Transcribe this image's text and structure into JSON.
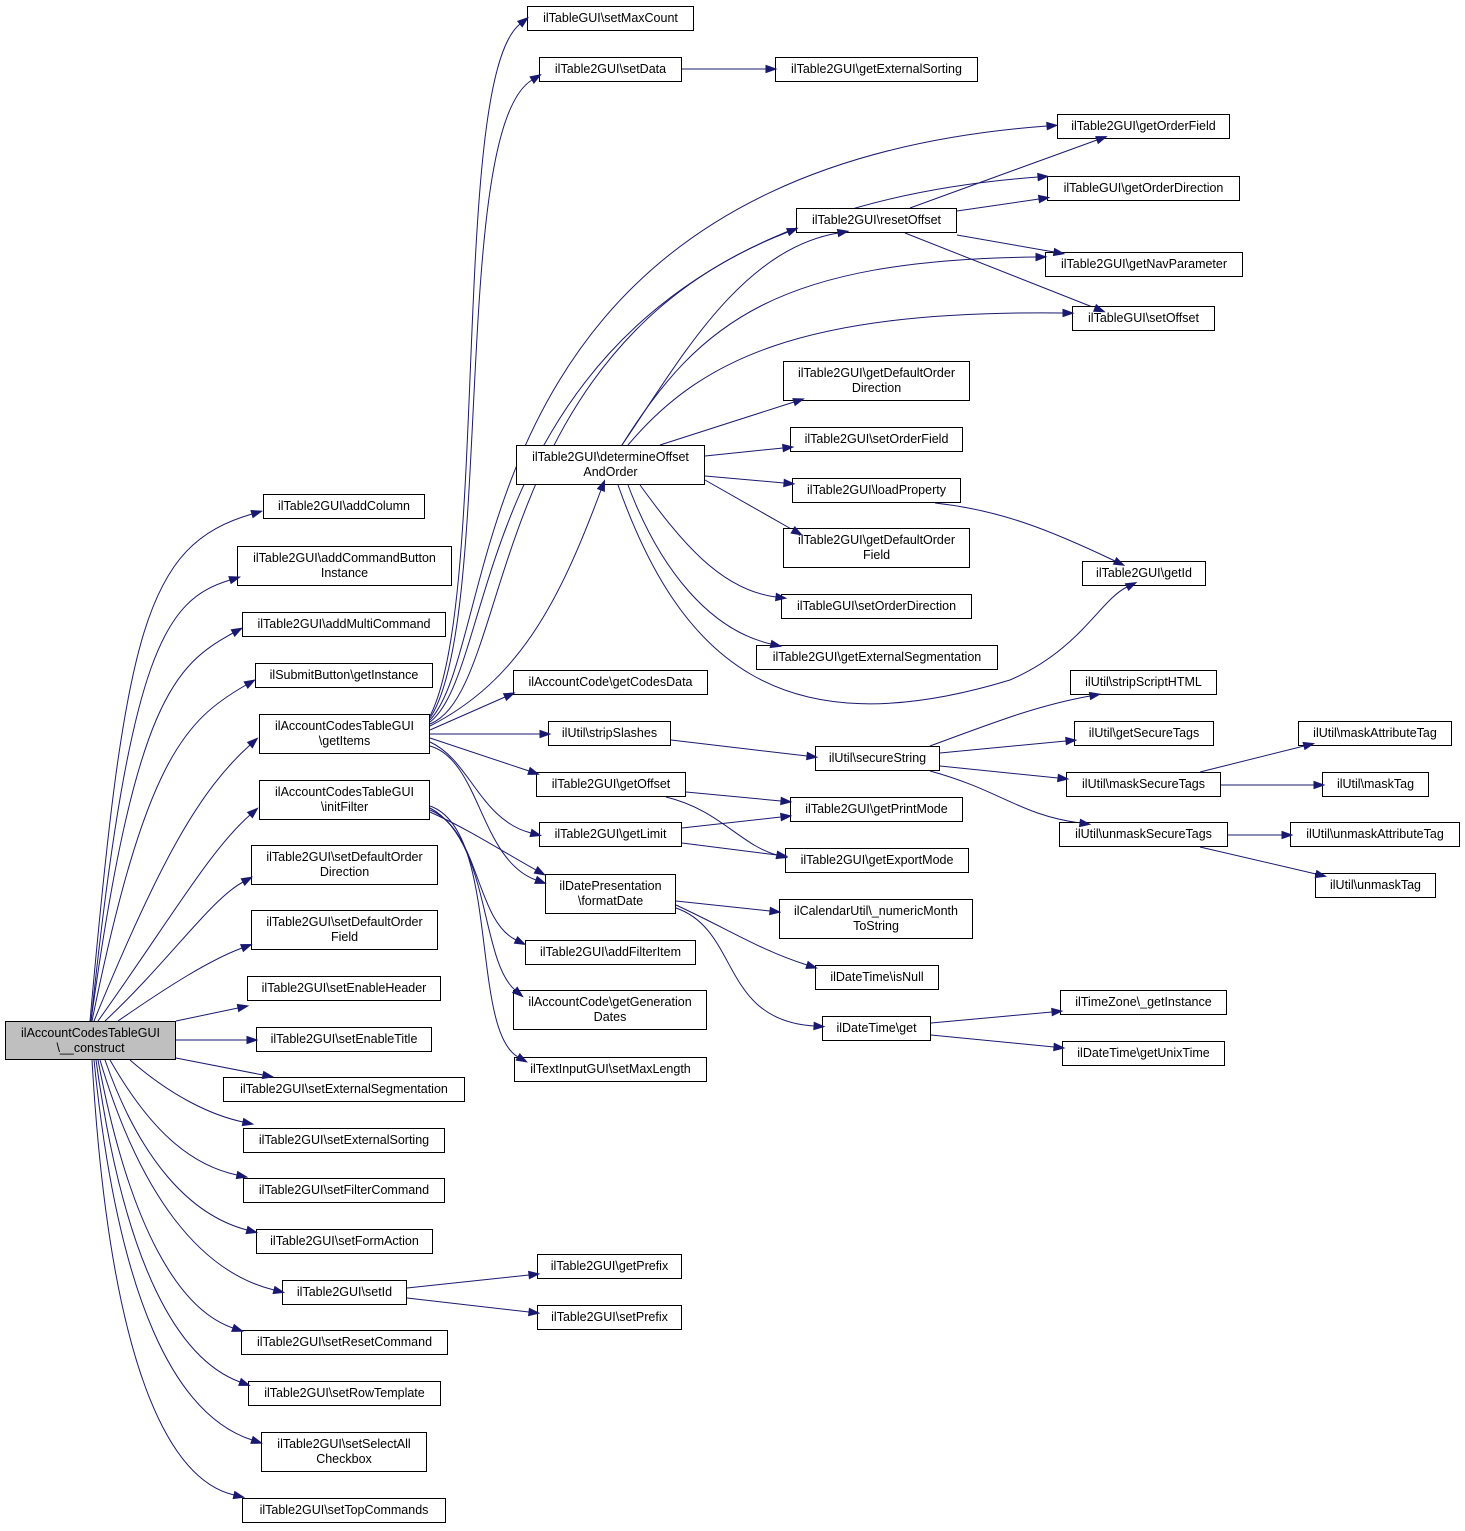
{
  "graph": {
    "edge_color": "#191970",
    "root_fill": "#bfbfbf",
    "nodes": [
      {
        "id": "root",
        "lines": [
          "ilAccountCodesTableGUI",
          "\\__construct"
        ],
        "root": true
      },
      {
        "id": "addColumn",
        "lines": [
          "ilTable2GUI\\addColumn"
        ]
      },
      {
        "id": "addCmdBtn",
        "lines": [
          "ilTable2GUI\\addCommandButton",
          "Instance"
        ]
      },
      {
        "id": "addMulti",
        "lines": [
          "ilTable2GUI\\addMultiCommand"
        ]
      },
      {
        "id": "submitGetInst",
        "lines": [
          "ilSubmitButton\\getInstance"
        ]
      },
      {
        "id": "getItems",
        "lines": [
          "ilAccountCodesTableGUI",
          "\\getItems"
        ]
      },
      {
        "id": "initFilter",
        "lines": [
          "ilAccountCodesTableGUI",
          "\\initFilter"
        ]
      },
      {
        "id": "setDefDir",
        "lines": [
          "ilTable2GUI\\setDefaultOrder",
          "Direction"
        ]
      },
      {
        "id": "setDefField",
        "lines": [
          "ilTable2GUI\\setDefaultOrder",
          "Field"
        ]
      },
      {
        "id": "setEnHeader",
        "lines": [
          "ilTable2GUI\\setEnableHeader"
        ]
      },
      {
        "id": "setEnTitle",
        "lines": [
          "ilTable2GUI\\setEnableTitle"
        ]
      },
      {
        "id": "setExtSeg",
        "lines": [
          "ilTable2GUI\\setExternalSegmentation"
        ]
      },
      {
        "id": "setExtSort",
        "lines": [
          "ilTable2GUI\\setExternalSorting"
        ]
      },
      {
        "id": "setFilterCmd",
        "lines": [
          "ilTable2GUI\\setFilterCommand"
        ]
      },
      {
        "id": "setFormAction",
        "lines": [
          "ilTable2GUI\\setFormAction"
        ]
      },
      {
        "id": "setId",
        "lines": [
          "ilTable2GUI\\setId"
        ]
      },
      {
        "id": "setResetCmd",
        "lines": [
          "ilTable2GUI\\setResetCommand"
        ]
      },
      {
        "id": "setRowTpl",
        "lines": [
          "ilTable2GUI\\setRowTemplate"
        ]
      },
      {
        "id": "setSelAll",
        "lines": [
          "ilTable2GUI\\setSelectAll",
          "Checkbox"
        ]
      },
      {
        "id": "setTopCmds",
        "lines": [
          "ilTable2GUI\\setTopCommands"
        ]
      },
      {
        "id": "setMaxCount",
        "lines": [
          "ilTableGUI\\setMaxCount"
        ]
      },
      {
        "id": "setData",
        "lines": [
          "ilTable2GUI\\setData"
        ]
      },
      {
        "id": "getExtSort",
        "lines": [
          "ilTable2GUI\\getExternalSorting"
        ]
      },
      {
        "id": "getOrderField",
        "lines": [
          "ilTable2GUI\\getOrderField"
        ]
      },
      {
        "id": "getOrderDir",
        "lines": [
          "ilTableGUI\\getOrderDirection"
        ]
      },
      {
        "id": "resetOffset",
        "lines": [
          "ilTable2GUI\\resetOffset"
        ]
      },
      {
        "id": "getNavParam",
        "lines": [
          "ilTable2GUI\\getNavParameter"
        ]
      },
      {
        "id": "setOffset",
        "lines": [
          "ilTableGUI\\setOffset"
        ]
      },
      {
        "id": "getDefDir",
        "lines": [
          "ilTable2GUI\\getDefaultOrder",
          "Direction"
        ]
      },
      {
        "id": "detOffset",
        "lines": [
          "ilTable2GUI\\determineOffset",
          "AndOrder"
        ]
      },
      {
        "id": "setOrderField",
        "lines": [
          "ilTable2GUI\\setOrderField"
        ]
      },
      {
        "id": "loadProp",
        "lines": [
          "ilTable2GUI\\loadProperty"
        ]
      },
      {
        "id": "getDefField",
        "lines": [
          "ilTable2GUI\\getDefaultOrder",
          "Field"
        ]
      },
      {
        "id": "getId",
        "lines": [
          "ilTable2GUI\\getId"
        ]
      },
      {
        "id": "setOrderDir",
        "lines": [
          "ilTableGUI\\setOrderDirection"
        ]
      },
      {
        "id": "getExtSeg",
        "lines": [
          "ilTable2GUI\\getExternalSegmentation"
        ]
      },
      {
        "id": "getCodesData",
        "lines": [
          "ilAccountCode\\getCodesData"
        ]
      },
      {
        "id": "stripScript",
        "lines": [
          "ilUtil\\stripScriptHTML"
        ]
      },
      {
        "id": "stripSlashes",
        "lines": [
          "ilUtil\\stripSlashes"
        ]
      },
      {
        "id": "getSecTags",
        "lines": [
          "ilUtil\\getSecureTags"
        ]
      },
      {
        "id": "maskAttrTag",
        "lines": [
          "ilUtil\\maskAttributeTag"
        ]
      },
      {
        "id": "secureString",
        "lines": [
          "ilUtil\\secureString"
        ]
      },
      {
        "id": "getOffset",
        "lines": [
          "ilTable2GUI\\getOffset"
        ]
      },
      {
        "id": "maskSecTags",
        "lines": [
          "ilUtil\\maskSecureTags"
        ]
      },
      {
        "id": "maskTag",
        "lines": [
          "ilUtil\\maskTag"
        ]
      },
      {
        "id": "getPrintMode",
        "lines": [
          "ilTable2GUI\\getPrintMode"
        ]
      },
      {
        "id": "getLimit",
        "lines": [
          "ilTable2GUI\\getLimit"
        ]
      },
      {
        "id": "unmaskSecTags",
        "lines": [
          "ilUtil\\unmaskSecureTags"
        ]
      },
      {
        "id": "unmaskAttrTag",
        "lines": [
          "ilUtil\\unmaskAttributeTag"
        ]
      },
      {
        "id": "getExportMode",
        "lines": [
          "ilTable2GUI\\getExportMode"
        ]
      },
      {
        "id": "unmaskTag",
        "lines": [
          "ilUtil\\unmaskTag"
        ]
      },
      {
        "id": "formatDate",
        "lines": [
          "ilDatePresentation",
          "\\formatDate"
        ]
      },
      {
        "id": "numMonth",
        "lines": [
          "ilCalendarUtil\\_numericMonth",
          "ToString"
        ]
      },
      {
        "id": "addFilterItem",
        "lines": [
          "ilTable2GUI\\addFilterItem"
        ]
      },
      {
        "id": "isNull",
        "lines": [
          "ilDateTime\\isNull"
        ]
      },
      {
        "id": "getGenDates",
        "lines": [
          "ilAccountCode\\getGeneration",
          "Dates"
        ]
      },
      {
        "id": "tzGetInst",
        "lines": [
          "ilTimeZone\\_getInstance"
        ]
      },
      {
        "id": "dtGet",
        "lines": [
          "ilDateTime\\get"
        ]
      },
      {
        "id": "getUnixTime",
        "lines": [
          "ilDateTime\\getUnixTime"
        ]
      },
      {
        "id": "setMaxLen",
        "lines": [
          "ilTextInputGUI\\setMaxLength"
        ]
      },
      {
        "id": "getPrefix",
        "lines": [
          "ilTable2GUI\\getPrefix"
        ]
      },
      {
        "id": "setPrefix",
        "lines": [
          "ilTable2GUI\\setPrefix"
        ]
      }
    ],
    "edges": [
      {
        "from": "root",
        "to": "addColumn"
      },
      {
        "from": "root",
        "to": "addCmdBtn"
      },
      {
        "from": "root",
        "to": "addMulti"
      },
      {
        "from": "root",
        "to": "submitGetInst"
      },
      {
        "from": "root",
        "to": "getItems"
      },
      {
        "from": "root",
        "to": "initFilter"
      },
      {
        "from": "root",
        "to": "setDefDir"
      },
      {
        "from": "root",
        "to": "setDefField"
      },
      {
        "from": "root",
        "to": "setEnHeader"
      },
      {
        "from": "root",
        "to": "setEnTitle"
      },
      {
        "from": "root",
        "to": "setExtSeg"
      },
      {
        "from": "root",
        "to": "setExtSort"
      },
      {
        "from": "root",
        "to": "setFilterCmd"
      },
      {
        "from": "root",
        "to": "setFormAction"
      },
      {
        "from": "root",
        "to": "setId"
      },
      {
        "from": "root",
        "to": "setResetCmd"
      },
      {
        "from": "root",
        "to": "setRowTpl"
      },
      {
        "from": "root",
        "to": "setSelAll"
      },
      {
        "from": "root",
        "to": "setTopCmds"
      },
      {
        "from": "getItems",
        "to": "setMaxCount"
      },
      {
        "from": "getItems",
        "to": "setData"
      },
      {
        "from": "getItems",
        "to": "getOrderField"
      },
      {
        "from": "getItems",
        "to": "getOrderDir"
      },
      {
        "from": "getItems",
        "to": "resetOffset"
      },
      {
        "from": "getItems",
        "to": "detOffset"
      },
      {
        "from": "getItems",
        "to": "getCodesData"
      },
      {
        "from": "getItems",
        "to": "stripSlashes"
      },
      {
        "from": "getItems",
        "to": "getOffset"
      },
      {
        "from": "getItems",
        "to": "getLimit"
      },
      {
        "from": "getItems",
        "to": "formatDate"
      },
      {
        "from": "initFilter",
        "to": "formatDate"
      },
      {
        "from": "initFilter",
        "to": "addFilterItem"
      },
      {
        "from": "initFilter",
        "to": "getGenDates"
      },
      {
        "from": "initFilter",
        "to": "setMaxLen"
      },
      {
        "from": "setData",
        "to": "getExtSort"
      },
      {
        "from": "resetOffset",
        "to": "getOrderField"
      },
      {
        "from": "resetOffset",
        "to": "getOrderDir"
      },
      {
        "from": "resetOffset",
        "to": "getNavParam"
      },
      {
        "from": "resetOffset",
        "to": "setOffset"
      },
      {
        "from": "detOffset",
        "to": "resetOffset"
      },
      {
        "from": "detOffset",
        "to": "getNavParam"
      },
      {
        "from": "detOffset",
        "to": "setOffset"
      },
      {
        "from": "detOffset",
        "to": "getDefDir"
      },
      {
        "from": "detOffset",
        "to": "setOrderField"
      },
      {
        "from": "detOffset",
        "to": "loadProp"
      },
      {
        "from": "detOffset",
        "to": "getDefField"
      },
      {
        "from": "detOffset",
        "to": "setOrderDir"
      },
      {
        "from": "detOffset",
        "to": "getExtSeg"
      },
      {
        "from": "detOffset",
        "to": "getId"
      },
      {
        "from": "loadProp",
        "to": "getId"
      },
      {
        "from": "stripSlashes",
        "to": "secureString"
      },
      {
        "from": "secureString",
        "to": "stripScript"
      },
      {
        "from": "secureString",
        "to": "getSecTags"
      },
      {
        "from": "secureString",
        "to": "maskSecTags"
      },
      {
        "from": "secureString",
        "to": "unmaskSecTags"
      },
      {
        "from": "maskSecTags",
        "to": "maskAttrTag"
      },
      {
        "from": "maskSecTags",
        "to": "maskTag"
      },
      {
        "from": "unmaskSecTags",
        "to": "unmaskAttrTag"
      },
      {
        "from": "unmaskSecTags",
        "to": "unmaskTag"
      },
      {
        "from": "getOffset",
        "to": "getPrintMode"
      },
      {
        "from": "getOffset",
        "to": "getExportMode"
      },
      {
        "from": "getLimit",
        "to": "getPrintMode"
      },
      {
        "from": "getLimit",
        "to": "getExportMode"
      },
      {
        "from": "formatDate",
        "to": "numMonth"
      },
      {
        "from": "formatDate",
        "to": "isNull"
      },
      {
        "from": "formatDate",
        "to": "dtGet"
      },
      {
        "from": "dtGet",
        "to": "tzGetInst"
      },
      {
        "from": "dtGet",
        "to": "getUnixTime"
      },
      {
        "from": "setId",
        "to": "getPrefix"
      },
      {
        "from": "setId",
        "to": "setPrefix"
      }
    ]
  }
}
